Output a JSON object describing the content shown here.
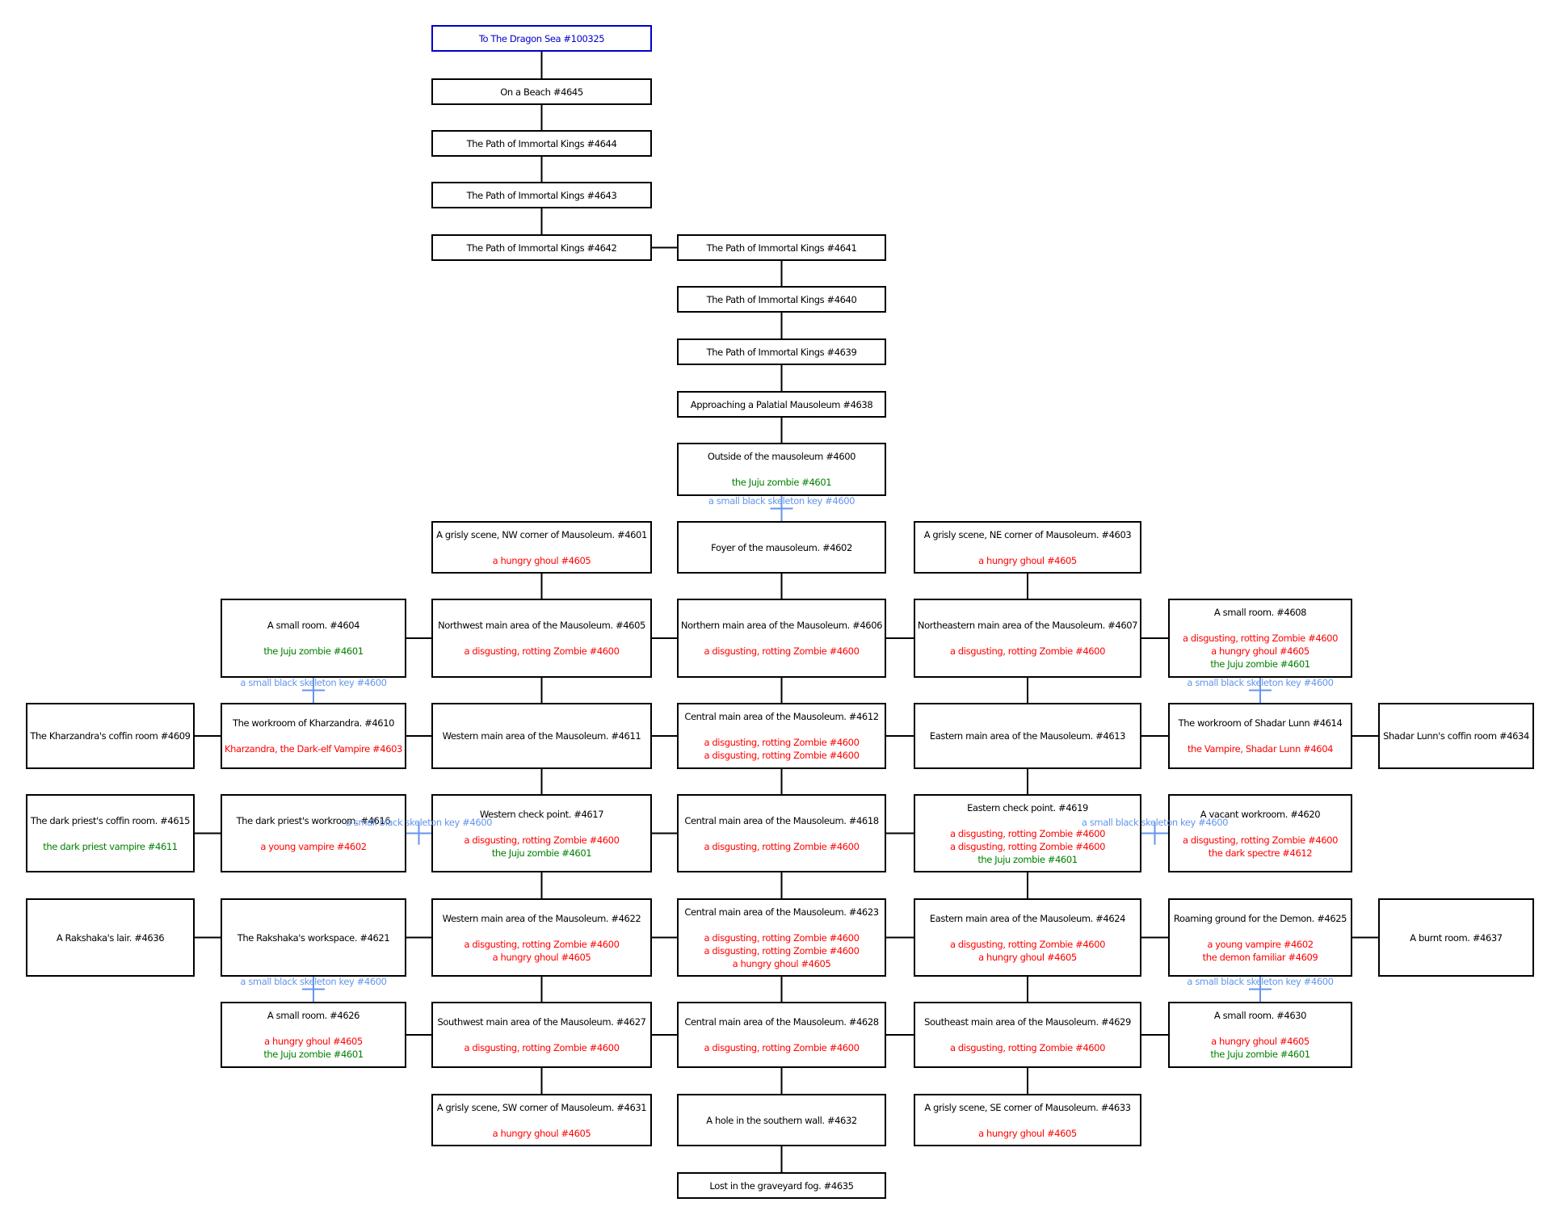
{
  "colors": {
    "border": "#000000",
    "exit": "#0000cc",
    "aggressive": "#ff0000",
    "passive": "#008000",
    "key": "#6495ed"
  },
  "rooms": [
    {
      "id": "r100325",
      "title": "To The Dragon Sea #100325",
      "exit": true,
      "mobs": []
    },
    {
      "id": "r4645",
      "title": "On a Beach #4645",
      "mobs": []
    },
    {
      "id": "r4644",
      "title": "The Path of Immortal Kings #4644",
      "mobs": []
    },
    {
      "id": "r4643",
      "title": "The Path of Immortal Kings #4643",
      "mobs": []
    },
    {
      "id": "r4642",
      "title": "The Path of Immortal Kings #4642",
      "mobs": []
    },
    {
      "id": "r4641",
      "title": "The Path of Immortal Kings #4641",
      "mobs": []
    },
    {
      "id": "r4640",
      "title": "The Path of Immortal Kings #4640",
      "mobs": []
    },
    {
      "id": "r4639",
      "title": "The Path of Immortal Kings #4639",
      "mobs": []
    },
    {
      "id": "r4638",
      "title": "Approaching a Palatial Mausoleum #4638",
      "mobs": []
    },
    {
      "id": "r4600",
      "title": "Outside of the mausoleum #4600",
      "mobs": [
        {
          "t": "the Juju zombie #4601",
          "k": "passive"
        }
      ]
    },
    {
      "id": "r4601",
      "title": "A grisly scene, NW corner of Mausoleum. #4601",
      "mobs": [
        {
          "t": "a hungry ghoul #4605",
          "k": "aggr"
        }
      ]
    },
    {
      "id": "r4602",
      "title": "Foyer of the mausoleum. #4602",
      "mobs": []
    },
    {
      "id": "r4603",
      "title": "A grisly scene, NE corner of Mausoleum. #4603",
      "mobs": [
        {
          "t": "a hungry ghoul #4605",
          "k": "aggr"
        }
      ]
    },
    {
      "id": "r4604",
      "title": "A small room. #4604",
      "mobs": [
        {
          "t": "the Juju zombie #4601",
          "k": "passive"
        }
      ]
    },
    {
      "id": "r4605",
      "title": "Northwest main area of the Mausoleum. #4605",
      "mobs": [
        {
          "t": "a disgusting, rotting Zombie #4600",
          "k": "aggr"
        }
      ]
    },
    {
      "id": "r4606",
      "title": "Northern main area of the Mausoleum. #4606",
      "mobs": [
        {
          "t": "a disgusting, rotting Zombie #4600",
          "k": "aggr"
        }
      ]
    },
    {
      "id": "r4607",
      "title": "Northeastern main area of the Mausoleum. #4607",
      "mobs": [
        {
          "t": "a disgusting, rotting Zombie #4600",
          "k": "aggr"
        }
      ]
    },
    {
      "id": "r4608",
      "title": "A small room. #4608",
      "mobs": [
        {
          "t": "a disgusting, rotting Zombie #4600",
          "k": "aggr"
        },
        {
          "t": "a hungry ghoul #4605",
          "k": "aggr"
        },
        {
          "t": "the Juju zombie #4601",
          "k": "passive"
        }
      ]
    },
    {
      "id": "r4609",
      "title": "The Kharzandra's coffin room #4609",
      "mobs": []
    },
    {
      "id": "r4610",
      "title": "The workroom of Kharzandra. #4610",
      "mobs": [
        {
          "t": "Kharzandra, the Dark-elf Vampire #4603",
          "k": "aggr"
        }
      ]
    },
    {
      "id": "r4611",
      "title": "Western main area of the Mausoleum. #4611",
      "mobs": []
    },
    {
      "id": "r4612",
      "title": "Central main area of the Mausoleum. #4612",
      "mobs": [
        {
          "t": "a disgusting, rotting Zombie #4600",
          "k": "aggr"
        },
        {
          "t": "a disgusting, rotting Zombie #4600",
          "k": "aggr"
        }
      ]
    },
    {
      "id": "r4613",
      "title": "Eastern main area of the Mausoleum. #4613",
      "mobs": []
    },
    {
      "id": "r4614",
      "title": "The workroom of Shadar Lunn #4614",
      "mobs": [
        {
          "t": "the Vampire, Shadar Lunn #4604",
          "k": "aggr"
        }
      ]
    },
    {
      "id": "r4634",
      "title": "Shadar Lunn's coffin room #4634",
      "mobs": []
    },
    {
      "id": "r4615",
      "title": "The dark priest's coffin room. #4615",
      "mobs": [
        {
          "t": "the dark priest vampire #4611",
          "k": "passive"
        }
      ]
    },
    {
      "id": "r4616",
      "title": "The dark priest's workroom. #4616",
      "mobs": [
        {
          "t": "a young vampire #4602",
          "k": "aggr"
        }
      ]
    },
    {
      "id": "r4617",
      "title": "Western check point. #4617",
      "mobs": [
        {
          "t": "a disgusting, rotting Zombie #4600",
          "k": "aggr"
        },
        {
          "t": "the Juju zombie #4601",
          "k": "passive"
        }
      ]
    },
    {
      "id": "r4618",
      "title": "Central main area of the Mausoleum. #4618",
      "mobs": [
        {
          "t": "a disgusting, rotting Zombie #4600",
          "k": "aggr"
        }
      ]
    },
    {
      "id": "r4619",
      "title": "Eastern check point. #4619",
      "mobs": [
        {
          "t": "a disgusting, rotting Zombie #4600",
          "k": "aggr"
        },
        {
          "t": "a disgusting, rotting Zombie #4600",
          "k": "aggr"
        },
        {
          "t": "the Juju zombie #4601",
          "k": "passive"
        }
      ]
    },
    {
      "id": "r4620",
      "title": "A vacant workroom. #4620",
      "mobs": [
        {
          "t": "a disgusting, rotting Zombie #4600",
          "k": "aggr"
        },
        {
          "t": "the dark spectre #4612",
          "k": "aggr"
        }
      ]
    },
    {
      "id": "r4636",
      "title": "A Rakshaka's lair. #4636",
      "mobs": []
    },
    {
      "id": "r4621",
      "title": "The Rakshaka's workspace. #4621",
      "mobs": []
    },
    {
      "id": "r4622",
      "title": "Western main area of the Mausoleum. #4622",
      "mobs": [
        {
          "t": "a disgusting, rotting Zombie #4600",
          "k": "aggr"
        },
        {
          "t": "a hungry ghoul #4605",
          "k": "aggr"
        }
      ]
    },
    {
      "id": "r4623",
      "title": "Central main area of the Mausoleum. #4623",
      "mobs": [
        {
          "t": "a disgusting, rotting Zombie #4600",
          "k": "aggr"
        },
        {
          "t": "a disgusting, rotting Zombie #4600",
          "k": "aggr"
        },
        {
          "t": "a hungry ghoul #4605",
          "k": "aggr"
        }
      ]
    },
    {
      "id": "r4624",
      "title": "Eastern main area of the Mausoleum. #4624",
      "mobs": [
        {
          "t": "a disgusting, rotting Zombie #4600",
          "k": "aggr"
        },
        {
          "t": "a hungry ghoul #4605",
          "k": "aggr"
        }
      ]
    },
    {
      "id": "r4625",
      "title": "Roaming ground for the Demon. #4625",
      "mobs": [
        {
          "t": "a young vampire #4602",
          "k": "aggr"
        },
        {
          "t": "the demon familiar #4609",
          "k": "aggr"
        }
      ]
    },
    {
      "id": "r4637",
      "title": "A burnt room. #4637",
      "mobs": []
    },
    {
      "id": "r4626",
      "title": "A small room. #4626",
      "mobs": [
        {
          "t": "a hungry ghoul #4605",
          "k": "aggr"
        },
        {
          "t": "the Juju zombie #4601",
          "k": "passive"
        }
      ]
    },
    {
      "id": "r4627",
      "title": "Southwest main area of the Mausoleum. #4627",
      "mobs": [
        {
          "t": "a disgusting, rotting Zombie #4600",
          "k": "aggr"
        }
      ]
    },
    {
      "id": "r4628",
      "title": "Central main area of the Mausoleum. #4628",
      "mobs": [
        {
          "t": "a disgusting, rotting Zombie #4600",
          "k": "aggr"
        }
      ]
    },
    {
      "id": "r4629",
      "title": "Southeast main area of the Mausoleum. #4629",
      "mobs": [
        {
          "t": "a disgusting, rotting Zombie #4600",
          "k": "aggr"
        }
      ]
    },
    {
      "id": "r4630",
      "title": "A small room. #4630",
      "mobs": [
        {
          "t": "a hungry ghoul #4605",
          "k": "aggr"
        },
        {
          "t": "the Juju zombie #4601",
          "k": "passive"
        }
      ]
    },
    {
      "id": "r4631",
      "title": "A grisly scene, SW corner of Mausoleum. #4631",
      "mobs": [
        {
          "t": "a hungry ghoul #4605",
          "k": "aggr"
        }
      ]
    },
    {
      "id": "r4632",
      "title": "A hole in the southern wall. #4632",
      "mobs": []
    },
    {
      "id": "r4633",
      "title": "A grisly scene, SE corner of Mausoleum. #4633",
      "mobs": [
        {
          "t": "a hungry ghoul #4605",
          "k": "aggr"
        }
      ]
    },
    {
      "id": "r4635",
      "title": "Lost in the graveyard fog. #4635",
      "mobs": []
    }
  ],
  "links": [
    [
      "r100325",
      "r4645"
    ],
    [
      "r4645",
      "r4644"
    ],
    [
      "r4644",
      "r4643"
    ],
    [
      "r4643",
      "r4642"
    ],
    [
      "r4642",
      "r4641"
    ],
    [
      "r4641",
      "r4640"
    ],
    [
      "r4640",
      "r4639"
    ],
    [
      "r4639",
      "r4638"
    ],
    [
      "r4638",
      "r4600"
    ],
    [
      "r4600",
      "r4602"
    ],
    [
      "r4601",
      "r4605"
    ],
    [
      "r4602",
      "r4606"
    ],
    [
      "r4603",
      "r4607"
    ],
    [
      "r4604",
      "r4605"
    ],
    [
      "r4605",
      "r4606"
    ],
    [
      "r4606",
      "r4607"
    ],
    [
      "r4607",
      "r4608"
    ],
    [
      "r4604",
      "r4610"
    ],
    [
      "r4608",
      "r4614"
    ],
    [
      "r4605",
      "r4611"
    ],
    [
      "r4606",
      "r4612"
    ],
    [
      "r4607",
      "r4613"
    ],
    [
      "r4609",
      "r4610"
    ],
    [
      "r4610",
      "r4611"
    ],
    [
      "r4611",
      "r4612"
    ],
    [
      "r4612",
      "r4613"
    ],
    [
      "r4613",
      "r4614"
    ],
    [
      "r4614",
      "r4634"
    ],
    [
      "r4611",
      "r4617"
    ],
    [
      "r4612",
      "r4618"
    ],
    [
      "r4613",
      "r4619"
    ],
    [
      "r4615",
      "r4616"
    ],
    [
      "r4616",
      "r4617"
    ],
    [
      "r4617",
      "r4618"
    ],
    [
      "r4618",
      "r4619"
    ],
    [
      "r4619",
      "r4620"
    ],
    [
      "r4617",
      "r4622"
    ],
    [
      "r4618",
      "r4623"
    ],
    [
      "r4619",
      "r4624"
    ],
    [
      "r4636",
      "r4621"
    ],
    [
      "r4621",
      "r4622"
    ],
    [
      "r4622",
      "r4623"
    ],
    [
      "r4623",
      "r4624"
    ],
    [
      "r4624",
      "r4625"
    ],
    [
      "r4625",
      "r4637"
    ],
    [
      "r4621",
      "r4626"
    ],
    [
      "r4625",
      "r4630"
    ],
    [
      "r4622",
      "r4627"
    ],
    [
      "r4623",
      "r4628"
    ],
    [
      "r4624",
      "r4629"
    ],
    [
      "r4626",
      "r4627"
    ],
    [
      "r4627",
      "r4628"
    ],
    [
      "r4628",
      "r4629"
    ],
    [
      "r4629",
      "r4630"
    ],
    [
      "r4627",
      "r4631"
    ],
    [
      "r4628",
      "r4632"
    ],
    [
      "r4629",
      "r4633"
    ]
  ],
  "one_way": [
    [
      "r4635",
      "r4632"
    ]
  ],
  "doors": [
    {
      "id": "d4600",
      "between": [
        "r4600",
        "r4602"
      ],
      "label": "a small black skeleton key #4600"
    },
    {
      "id": "d4604",
      "between": [
        "r4604",
        "r4610"
      ],
      "label": "a small black skeleton key #4600"
    },
    {
      "id": "d4608",
      "between": [
        "r4608",
        "r4614"
      ],
      "label": "a small black skeleton key #4600"
    },
    {
      "id": "d4616",
      "between": [
        "r4616",
        "r4617"
      ],
      "label": "a small black skeleton key #4600"
    },
    {
      "id": "d4619",
      "between": [
        "r4619",
        "r4620"
      ],
      "label": "a small black skeleton key #4600"
    },
    {
      "id": "d4621",
      "between": [
        "r4621",
        "r4626"
      ],
      "label": "a small black skeleton key #4600"
    },
    {
      "id": "d4625",
      "between": [
        "r4625",
        "r4630"
      ],
      "label": "a small black skeleton key #4600"
    }
  ]
}
